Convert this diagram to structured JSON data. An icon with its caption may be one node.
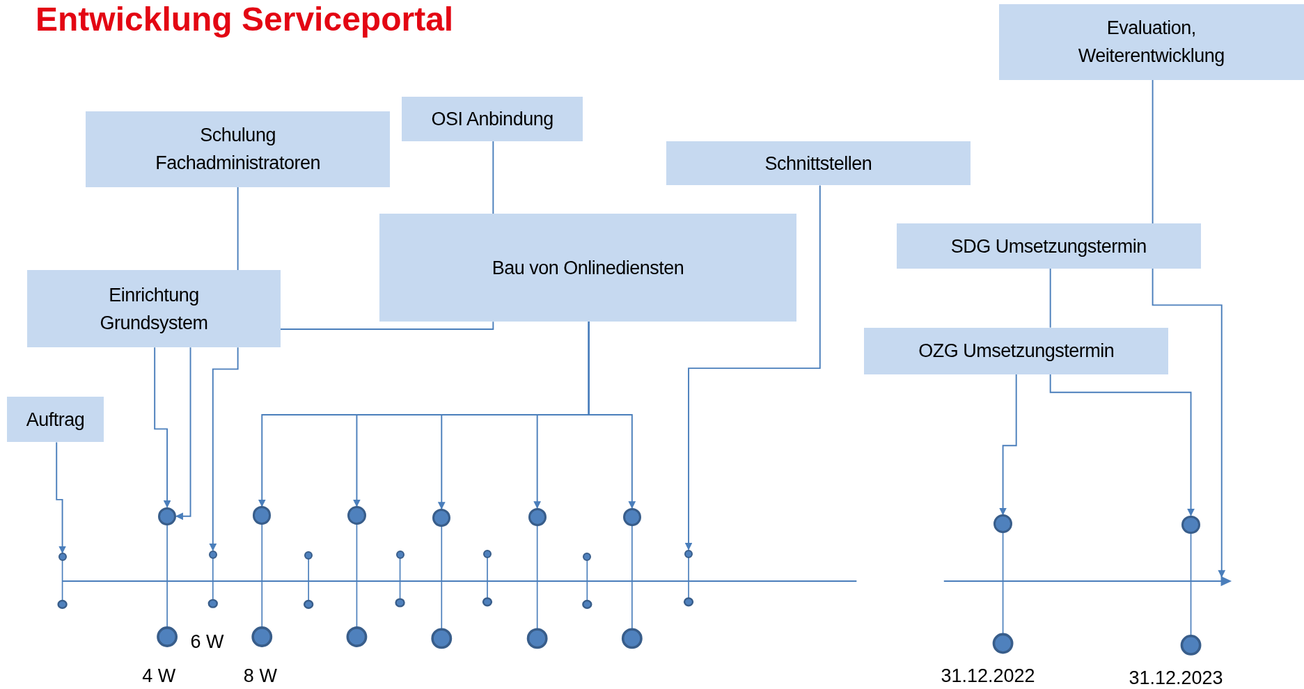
{
  "diagram": {
    "title": "Entwicklung Serviceportal",
    "nodes": [
      {
        "text": [
          "Evaluation, Weiterentwicklung"
        ]
      },
      {
        "text": [
          "Schulung Fachadministratoren"
        ]
      },
      {
        "text": [
          "OSI Anbindung"
        ]
      },
      {
        "text": [
          "Schnittstellen"
        ]
      },
      {
        "text": [
          "Bau von Onlinediensten"
        ]
      },
      {
        "text": [
          "SDG Umsetzungstermin"
        ]
      },
      {
        "text": [
          "Einrichtung Grundsystem"
        ]
      },
      {
        "text": [
          "OZG Umsetzungstermin"
        ]
      },
      {
        "text": [
          "Auftrag"
        ]
      },
      {
        "text": [],
        "shape": "circle"
      },
      {
        "text": [],
        "shape": "circle"
      },
      {
        "text": [],
        "shape": "circle"
      },
      {
        "text": [],
        "shape": "circle"
      },
      {
        "text": [],
        "shape": "circle"
      },
      {
        "text": [],
        "shape": "circle"
      },
      {
        "text": [],
        "shape": "circle"
      },
      {
        "text": [],
        "shape": "circle"
      },
      {
        "text": [],
        "shape": "circle"
      },
      {
        "text": [],
        "shape": "circle"
      },
      {
        "text": [],
        "shape": "circle"
      },
      {
        "text": [],
        "shape": "circle"
      },
      {
        "text": [],
        "shape": "circle"
      },
      {
        "text": [],
        "shape": "circle"
      },
      {
        "text": [],
        "shape": "circle"
      }
    ],
    "edges": [
      {
        "from": 8,
        "to": 9,
        "arrow": "to"
      },
      {
        "from": 2,
        "to": 4,
        "arrow": "none"
      },
      {
        "from": 4,
        "to": 6,
        "arrow": "none"
      },
      {
        "from": 1,
        "to": 6,
        "arrow": "none"
      },
      {
        "from": 6,
        "to": 10,
        "arrow": "to"
      },
      {
        "from": 6,
        "to": 10,
        "arrow": "to"
      },
      {
        "from": 6,
        "to": 11,
        "arrow": "to"
      },
      {
        "from": 4,
        "to": 12,
        "arrow": "to"
      },
      {
        "from": 4,
        "to": 14,
        "arrow": "to"
      },
      {
        "from": 4,
        "to": 16,
        "arrow": "to"
      },
      {
        "from": 4,
        "to": 18,
        "arrow": "to"
      },
      {
        "from": 4,
        "to": 20,
        "arrow": "to"
      },
      {
        "from": 3,
        "to": 21,
        "arrow": "to"
      },
      {
        "from": 0,
        "to": 5,
        "arrow": "none"
      },
      {
        "from": 5,
        "to": null,
        "arrow": "to"
      },
      {
        "from": 5,
        "to": 7,
        "arrow": "none"
      },
      {
        "from": 7,
        "to": 22,
        "arrow": "to"
      },
      {
        "from": 7,
        "to": 23,
        "arrow": "to"
      }
    ],
    "labels": [
      "6 W",
      "4 W",
      "8 W",
      "31.12.2022",
      "31.12.2023"
    ]
  }
}
